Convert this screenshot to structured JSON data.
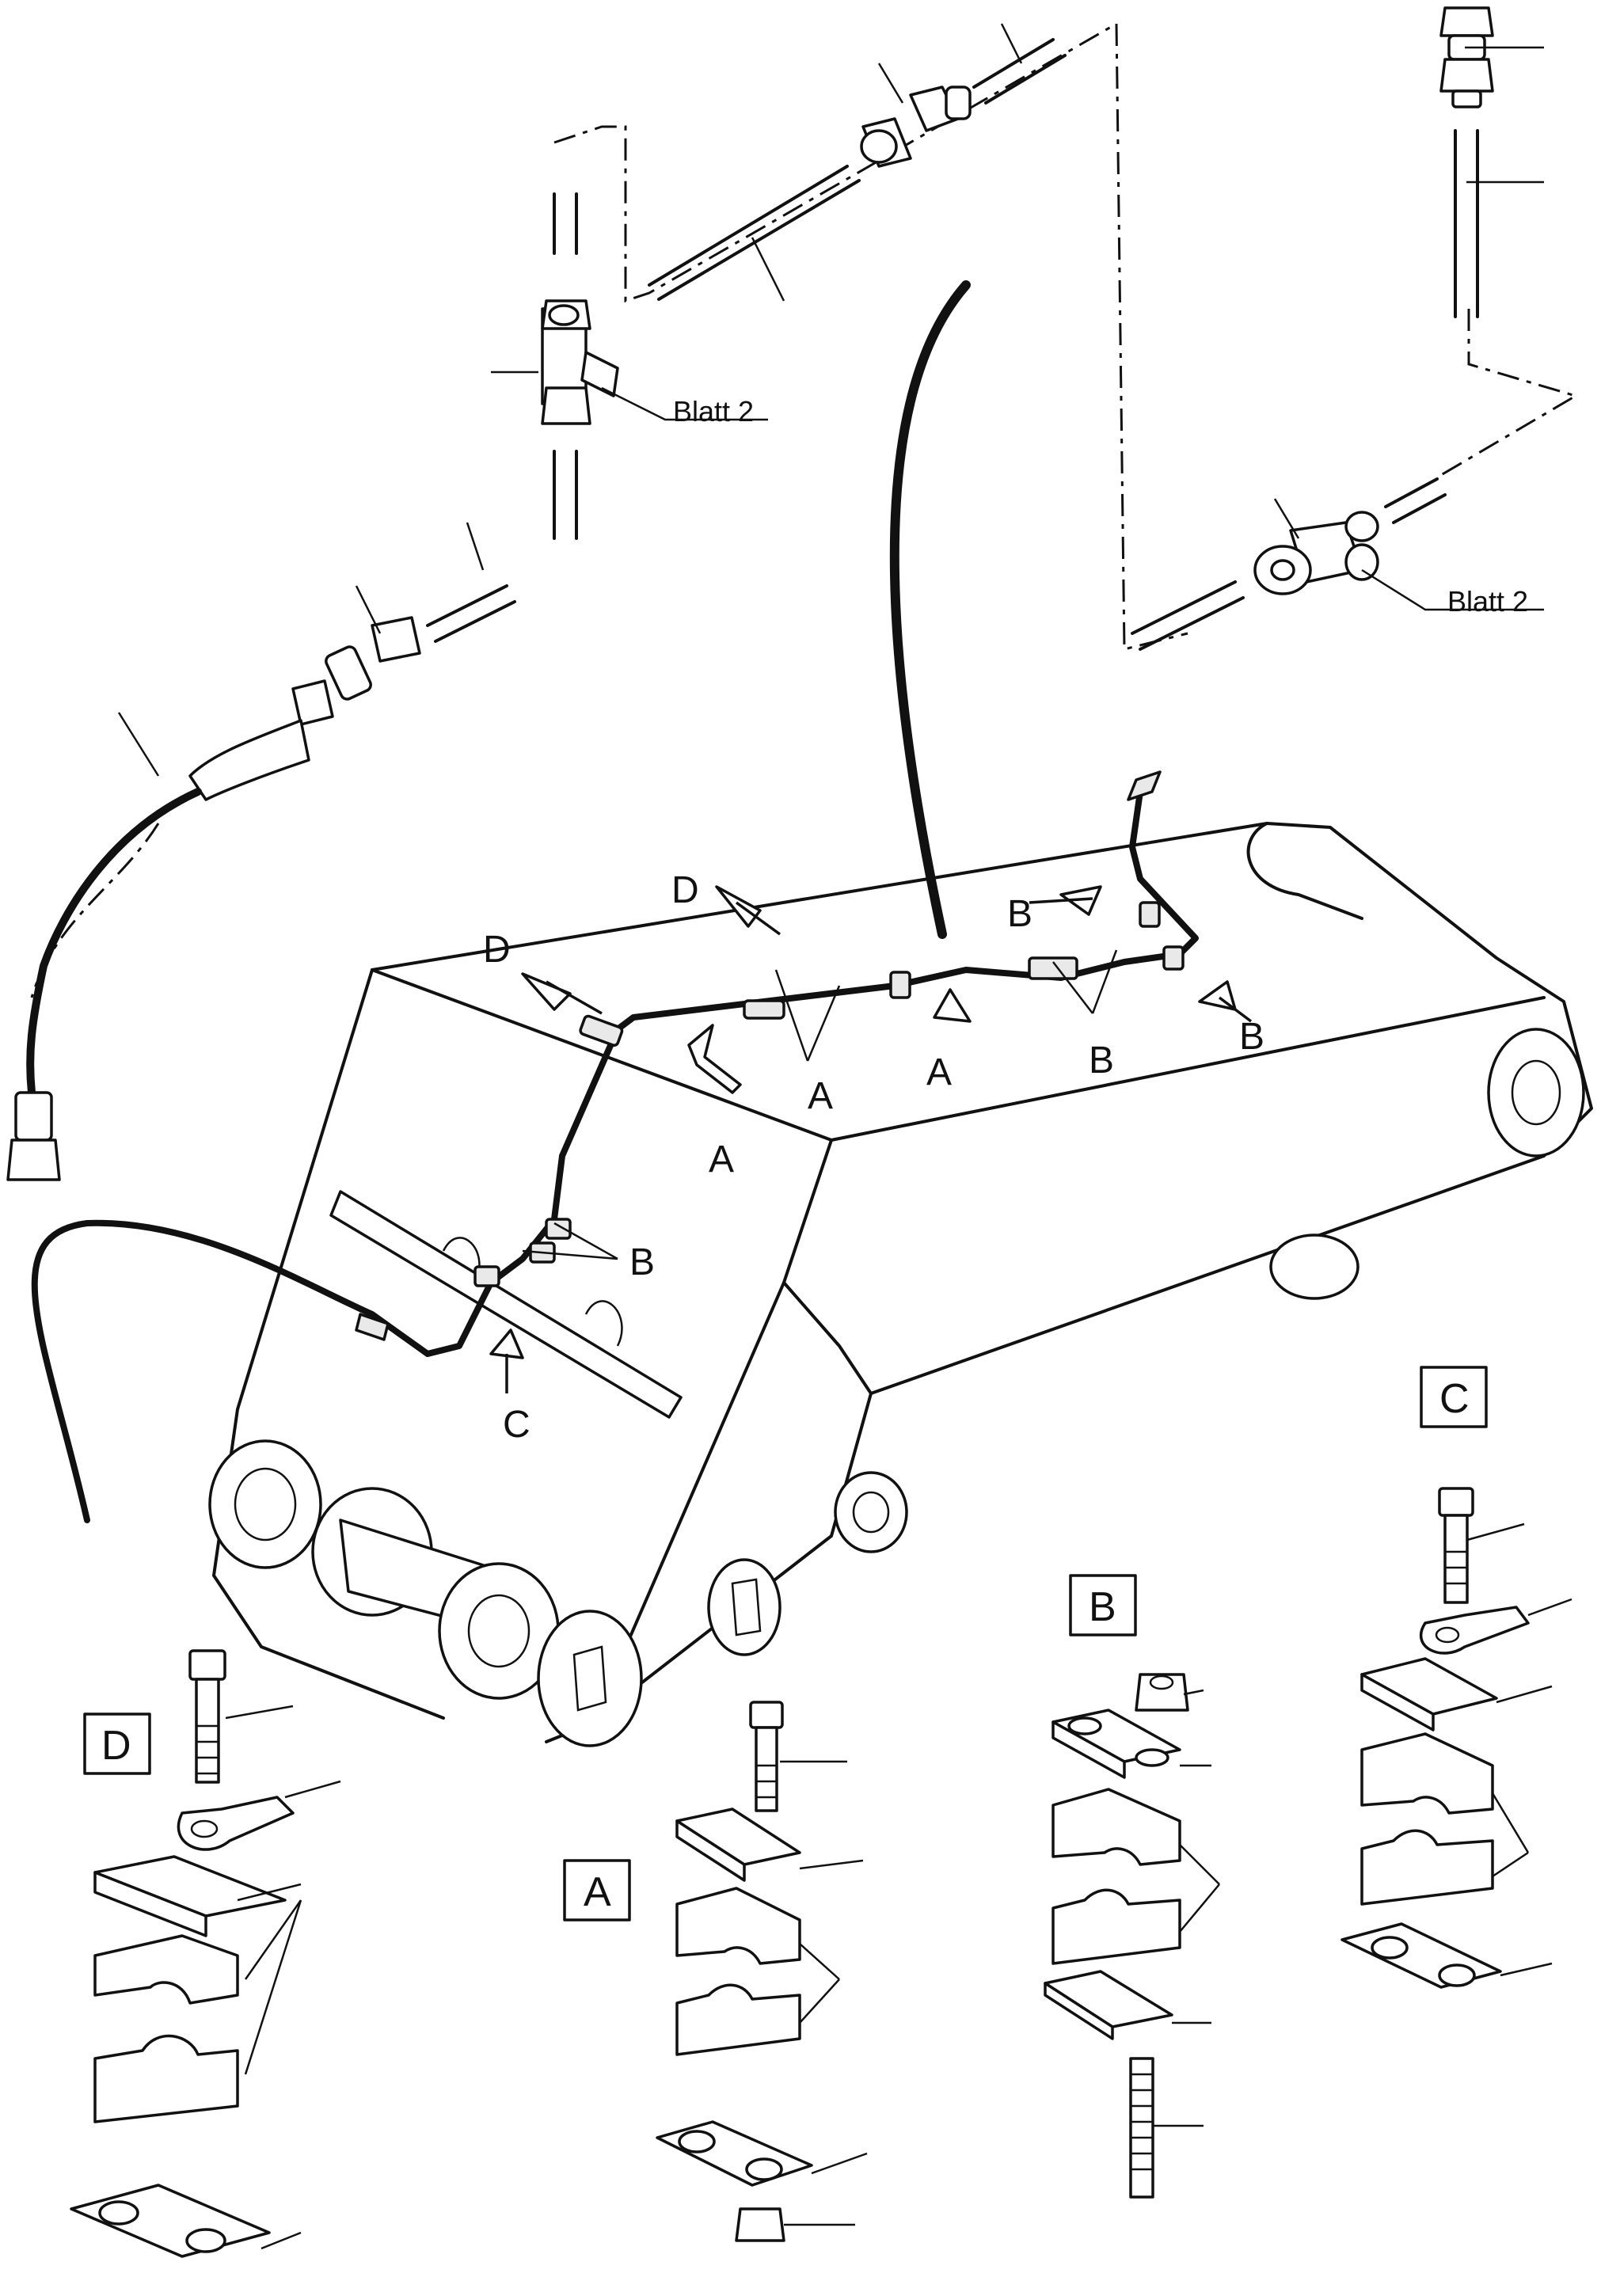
{
  "sheet_refs": [
    "Blatt 2",
    "Blatt 2"
  ],
  "callouts": [
    "A",
    "A",
    "A",
    "B",
    "B",
    "B",
    "B",
    "C",
    "D",
    "D"
  ],
  "detail_boxes": [
    "A",
    "B",
    "C",
    "D"
  ],
  "colors": {
    "ink": "#111111",
    "paper": "#ffffff"
  }
}
